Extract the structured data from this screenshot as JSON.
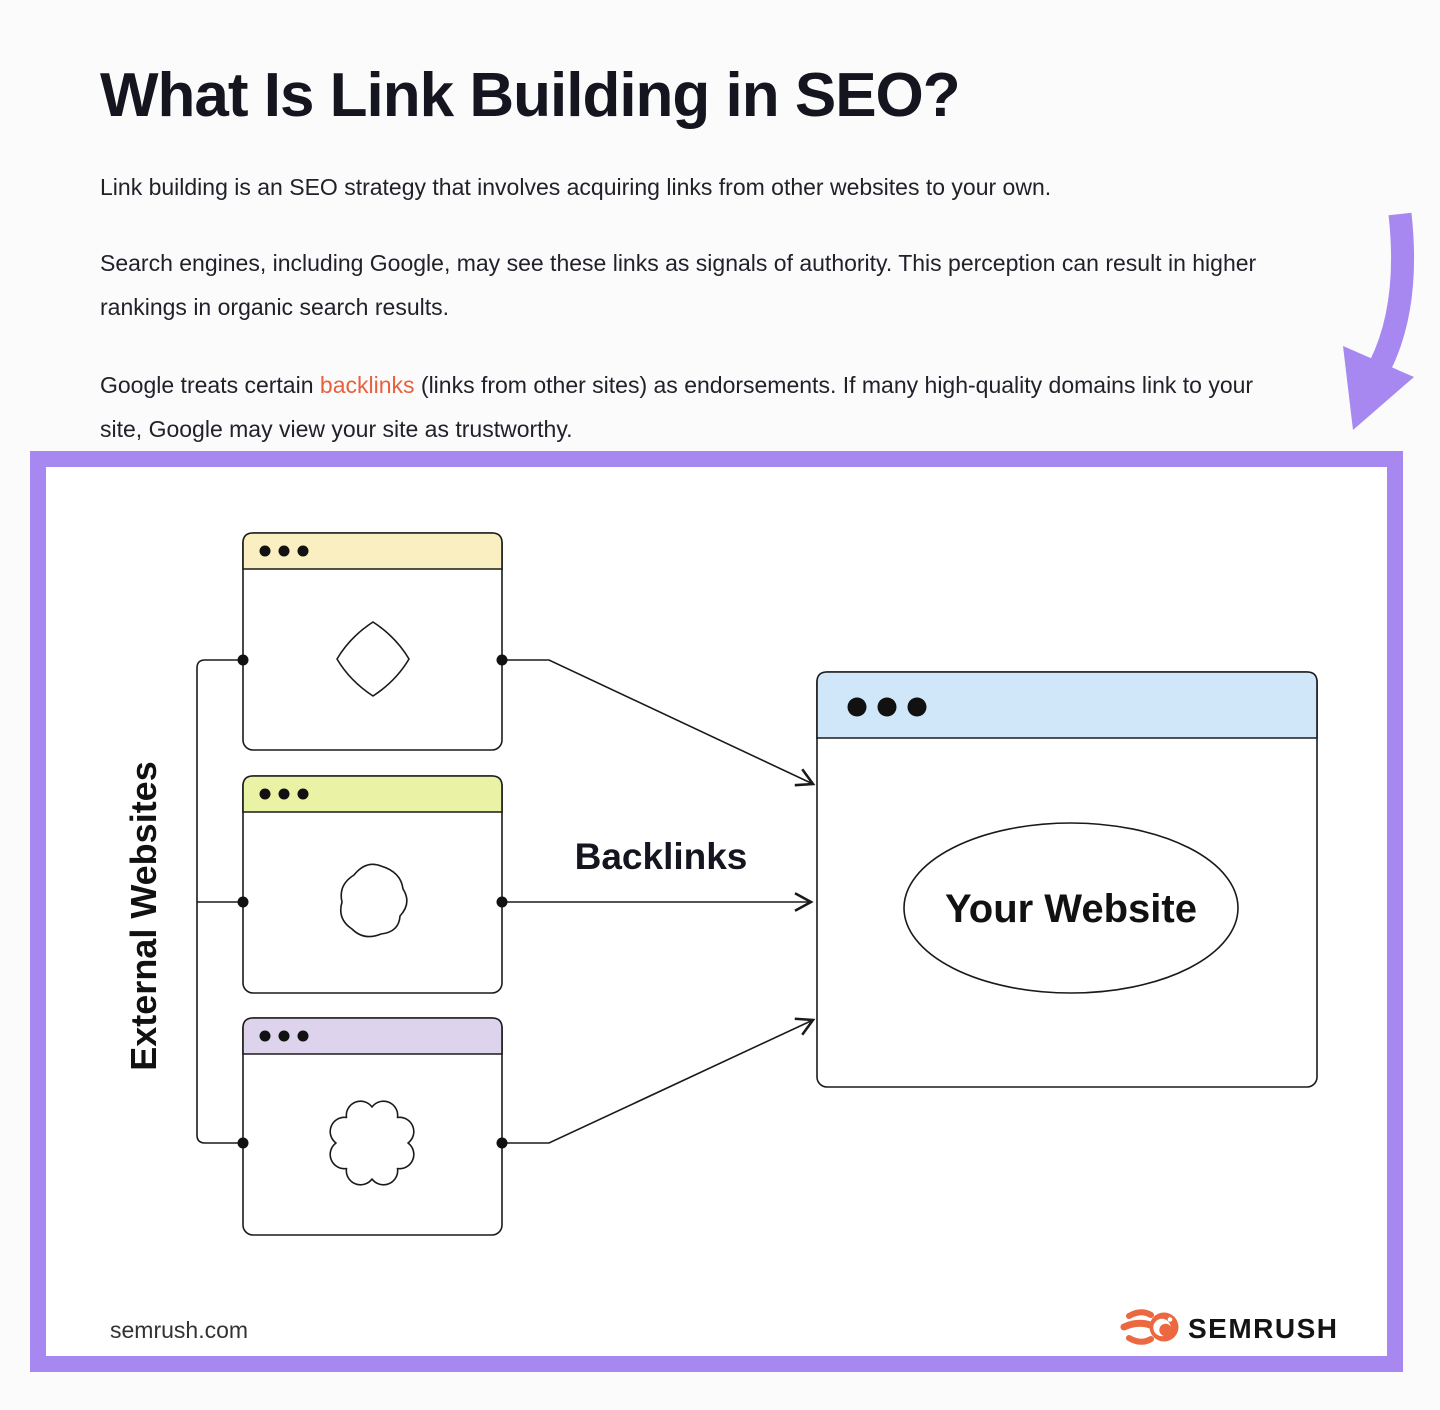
{
  "article": {
    "heading": "What Is Link Building in SEO?",
    "para1": "Link building is an SEO strategy that involves acquiring links from other websites to your own.",
    "para2": "Search engines, including Google, may see these links as signals of authority. This perception can result in higher rankings in organic search results.",
    "para3_before": "Google treats certain ",
    "para3_link": "backlinks",
    "para3_after": " (links from other sites) as endorsements. If many high-quality domains link to your site, Google may view your site as trustworthy.",
    "link_color": "#e8613d",
    "text_color": "#21212a",
    "heading_color": "#15151f"
  },
  "diagram": {
    "external_label": "External Websites",
    "backlinks_label": "Backlinks",
    "your_website_label": "Your Website",
    "footer_site": "semrush.com",
    "colors": {
      "frame": "#a688f0",
      "window1_header": "#f9efc0",
      "window2_header": "#eaf2a5",
      "window3_header": "#ded3ed",
      "main_window_header": "#cfe7f9",
      "outline": "#1a1a1a"
    },
    "icons": {
      "pointer": "curved-down-arrow-icon",
      "window_controls": "traffic-dots-icon",
      "shape1": "rounded-diamond-icon",
      "shape2": "blob-icon",
      "shape3": "scallop-flower-icon"
    }
  },
  "brand": {
    "name": "SEMRUSH",
    "orange": "#eb6841",
    "text_color": "#141414"
  }
}
